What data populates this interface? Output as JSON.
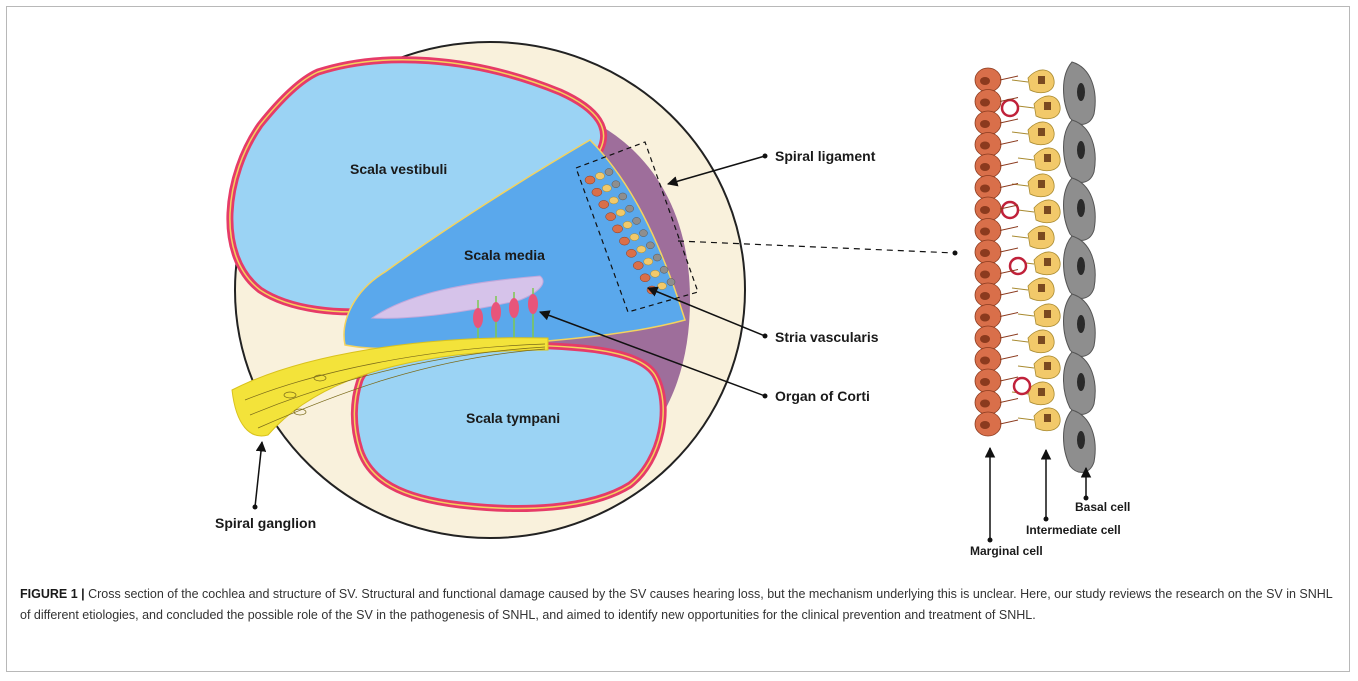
{
  "labels": {
    "scala_vestibuli": "Scala vestibuli",
    "scala_media": "Scala media",
    "scala_tympani": "Scala tympani",
    "spiral_ligament": "Spiral ligament",
    "stria_vascularis": "Stria vascularis",
    "organ_of_corti": "Organ of Corti",
    "spiral_ganglion": "Spiral ganglion",
    "basal_cell": "Basal cell",
    "intermediate_cell": "Intermediate cell",
    "marginal_cell": "Marginal cell"
  },
  "caption": {
    "figure_label": "FIGURE 1 |",
    "text": "Cross section of the cochlea and structure of SV. Structural and functional damage caused by the SV causes hearing loss, but the mechanism underlying this is unclear. Here, our study reviews the research on the SV in SNHL of different etiologies, and concluded the possible role of the SV in the pathogenesis of SNHL, and aimed to identify new opportunities for the clinical prevention and treatment of SNHL."
  },
  "colors": {
    "bone": "#f9f1dc",
    "perilymph": "#9bd3f4",
    "endolymph": "#5aa8ec",
    "lining": "#e63b68",
    "ligament": "#9e6e9b",
    "marginal_cell": "#d96f4a",
    "intermediate_cell": "#f2c96a",
    "basal_cell": "#8e8e8e",
    "ganglion": "#f3e33a"
  }
}
